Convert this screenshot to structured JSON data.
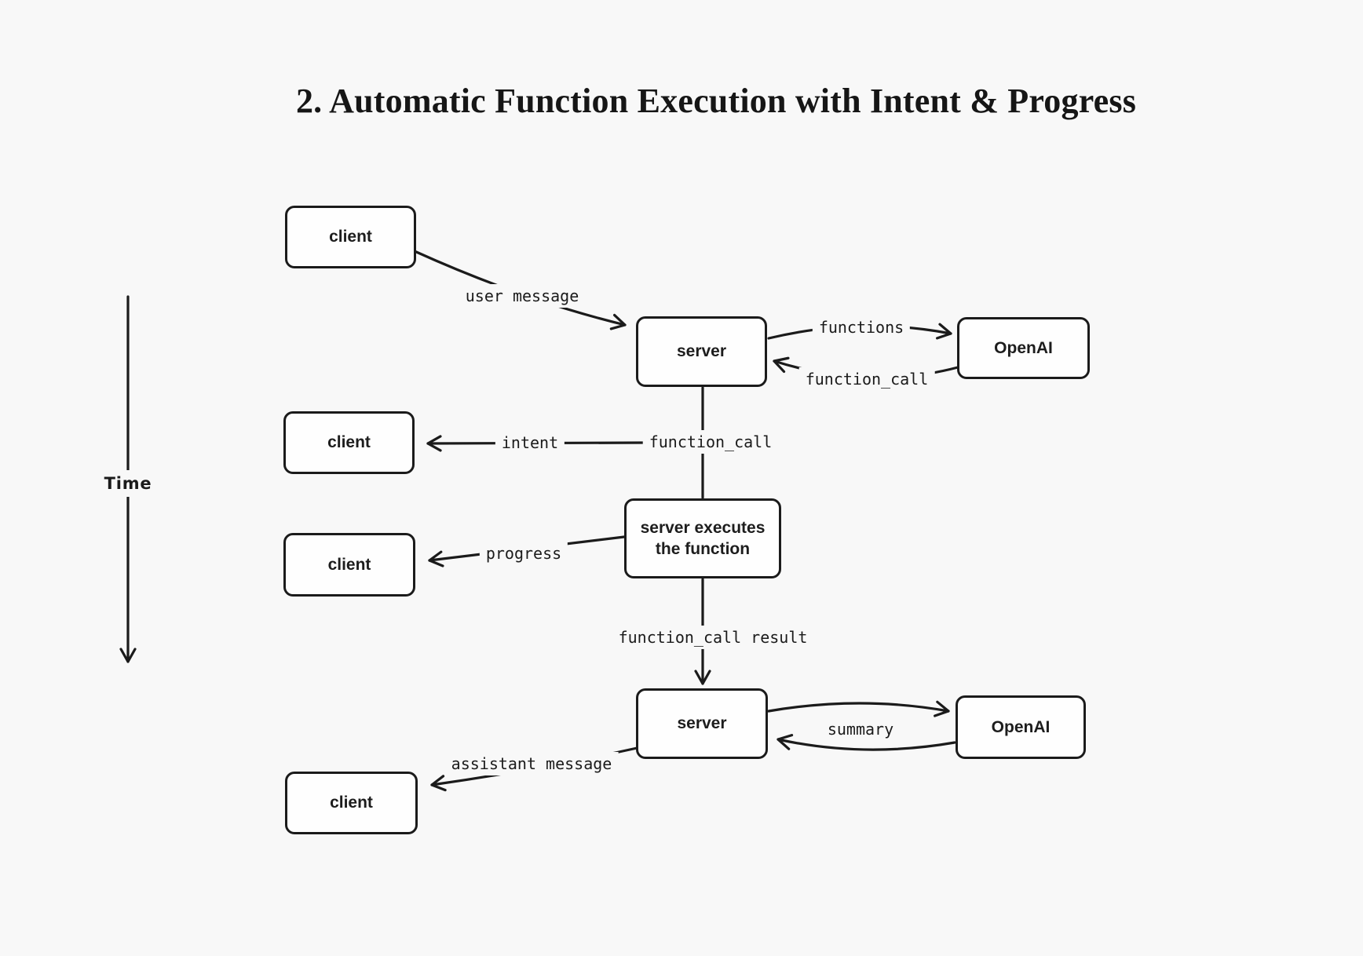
{
  "title": "2. Automatic Function Execution with Intent & Progress",
  "time_axis": {
    "label": "Time"
  },
  "colors": {
    "background": "#f8f8f8",
    "stroke": "#1b1b1b",
    "box_fill": "#fefefe",
    "text": "#1d1d1d"
  },
  "nodes": [
    {
      "id": "client-1",
      "label": "client"
    },
    {
      "id": "server-1",
      "label": "server"
    },
    {
      "id": "openai-1",
      "label": "OpenAI"
    },
    {
      "id": "client-2",
      "label": "client"
    },
    {
      "id": "exec",
      "label": "server executes the function"
    },
    {
      "id": "client-3",
      "label": "client"
    },
    {
      "id": "server-2",
      "label": "server"
    },
    {
      "id": "openai-2",
      "label": "OpenAI"
    },
    {
      "id": "client-4",
      "label": "client"
    }
  ],
  "edges": [
    {
      "id": "user-message",
      "label": "user message",
      "from": "client-1",
      "to": "server-1"
    },
    {
      "id": "functions",
      "label": "functions",
      "from": "server-1",
      "to": "openai-1"
    },
    {
      "id": "function-call-return",
      "label": "function_call",
      "from": "openai-1",
      "to": "server-1"
    },
    {
      "id": "function-call-down",
      "label": "function_call",
      "from": "server-1",
      "to": "exec"
    },
    {
      "id": "intent",
      "label": "intent",
      "from": "server-1",
      "to": "client-2"
    },
    {
      "id": "progress",
      "label": "progress",
      "from": "exec",
      "to": "client-3"
    },
    {
      "id": "function-call-result",
      "label": "function_call result",
      "from": "exec",
      "to": "server-2"
    },
    {
      "id": "summary",
      "label": "summary",
      "from": "server-2",
      "to": "openai-2",
      "bidirectional": true
    },
    {
      "id": "assistant-message",
      "label": "assistant message",
      "from": "server-2",
      "to": "client-4"
    }
  ]
}
